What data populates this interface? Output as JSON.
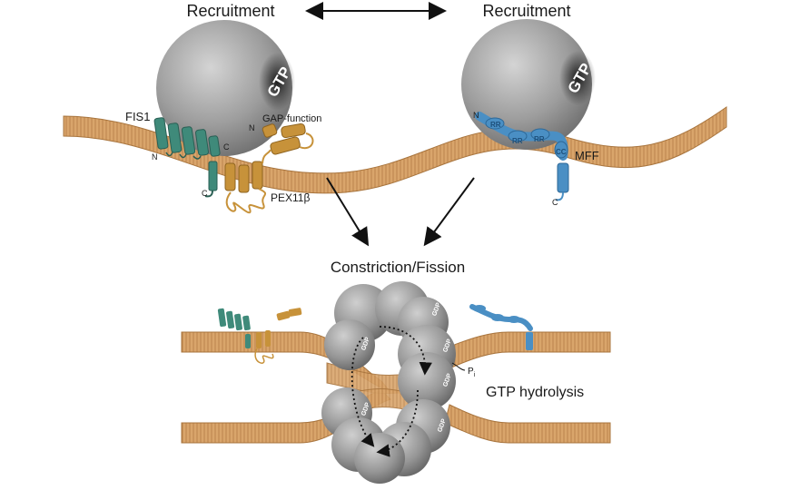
{
  "labels": {
    "recruitment_left": "Recruitment",
    "recruitment_right": "Recruitment",
    "gtp_left": "GTP",
    "gtp_right": "GTP",
    "fis1": "FIS1",
    "gap_function": "GAP-function",
    "pex11b": "PEX11β",
    "n_fis1": "N",
    "c_fis1_upper": "C",
    "c_fis1_lower": "C",
    "n_pex": "N",
    "n_mff": "N",
    "c_mff": "C",
    "mff": "MFF",
    "rr1": "RR",
    "rr2": "RR",
    "rr3": "RR",
    "cc": "CC",
    "constriction": "Constriction/Fission",
    "pi": "P",
    "pi_sub": "i",
    "gtp_hydrolysis": "GTP hydrolysis",
    "gdp": "GDP"
  },
  "colors": {
    "membrane": "#d9a56b",
    "membrane_line": "#a8743d",
    "fis1": "#3f8a7a",
    "pex11": "#c7923a",
    "mff": "#4a8fc4",
    "sphere": "#9a9a9a"
  }
}
